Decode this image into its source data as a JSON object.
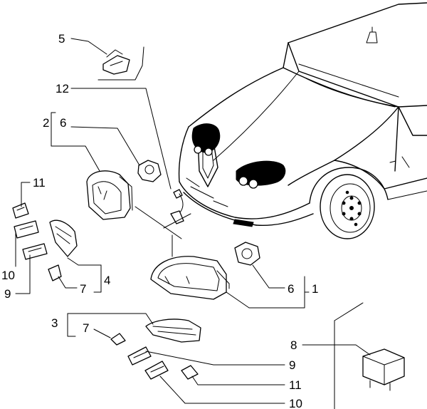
{
  "labels": [
    {
      "id": "callout-5",
      "text": "5"
    },
    {
      "id": "callout-12",
      "text": "12"
    },
    {
      "id": "callout-2",
      "text": "2"
    },
    {
      "id": "callout-6a",
      "text": "6"
    },
    {
      "id": "callout-11a",
      "text": "11"
    },
    {
      "id": "callout-10a",
      "text": "10"
    },
    {
      "id": "callout-9a",
      "text": "9"
    },
    {
      "id": "callout-7a",
      "text": "7"
    },
    {
      "id": "callout-4",
      "text": "4"
    },
    {
      "id": "callout-6b",
      "text": "6"
    },
    {
      "id": "callout-1",
      "text": "1"
    },
    {
      "id": "callout-3",
      "text": "3"
    },
    {
      "id": "callout-7b",
      "text": "7"
    },
    {
      "id": "callout-9b",
      "text": "9"
    },
    {
      "id": "callout-11b",
      "text": "11"
    },
    {
      "id": "callout-10b",
      "text": "10"
    },
    {
      "id": "callout-8",
      "text": "8"
    }
  ]
}
